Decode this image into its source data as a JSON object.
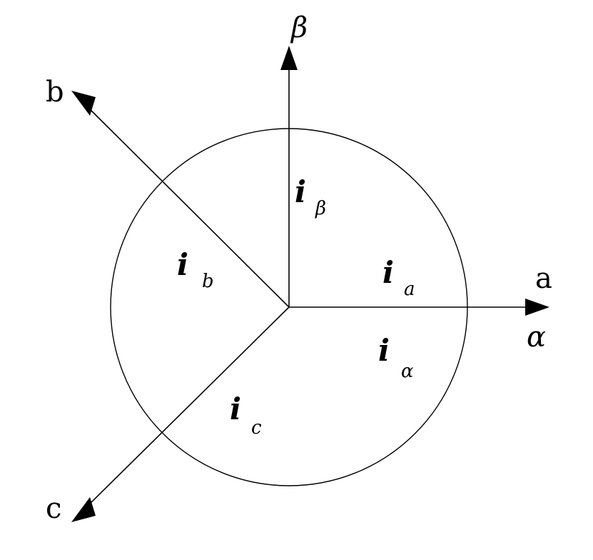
{
  "axes": {
    "a": "a",
    "b": "b",
    "c": "c",
    "alpha": "α",
    "beta": "β"
  },
  "currents": {
    "ia": {
      "main": "i",
      "sub": "a"
    },
    "ib": {
      "main": "i",
      "sub": "b"
    },
    "ic": {
      "main": "i",
      "sub": "c"
    },
    "ialpha": {
      "main": "i",
      "sub": "α"
    },
    "ibeta": {
      "main": "i",
      "sub": "β"
    }
  }
}
